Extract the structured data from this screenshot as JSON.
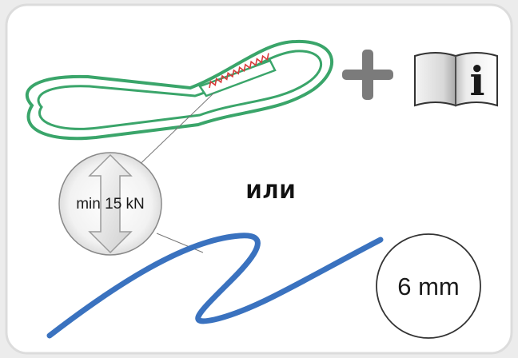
{
  "diagram": {
    "strength_label": "min 15 kN",
    "or_word": "ИЛИ",
    "diameter_label": "6 mm",
    "info_symbol": "i",
    "colors": {
      "sling": "#3aa56a",
      "stitching": "#d83a3a",
      "rope": "#3a72bf",
      "plus": "#7b7b7b",
      "background": "#ececec",
      "panel": "#ffffff",
      "outline": "#333333"
    },
    "icons": [
      "sewn-sling-icon",
      "plus-icon",
      "instruction-manual-icon",
      "strength-arrows-icon",
      "rope-icon"
    ]
  }
}
